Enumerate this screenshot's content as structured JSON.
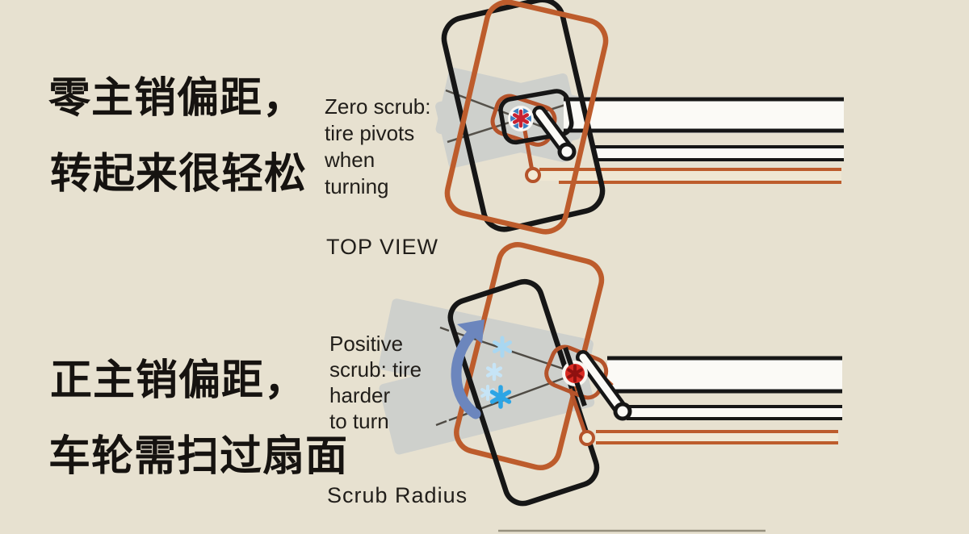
{
  "colors": {
    "background": "#e7e1d0",
    "tire_outline_black": "#161616",
    "tire_outline_orange": "#bd5c2c",
    "sweep_arrow_blue": "#6c86bd",
    "scrub_marker_blue": "#2da5e5",
    "pivot_blue": "#3d7fc1",
    "pivot_red": "#d92b23",
    "contact_patch_grey": "#b6c1ca"
  },
  "icons": {
    "kingpin_pivot_zero": "blue-circle-with-red-asterisk",
    "kingpin_pivot_positive": "red-circle-with-dark-asterisk",
    "sweep_arrow": "curved-arrow-up",
    "scrub_markers": "light-blue-asterisks"
  },
  "zero_scrub": {
    "heading_lines": [
      "零主销偏距，",
      "转起来很轻松"
    ],
    "caption_lines": [
      "Zero scrub:",
      "tire pivots",
      "when",
      "turning"
    ],
    "view_label": "TOP VIEW"
  },
  "positive_scrub": {
    "heading_lines": [
      "正主销偏距，",
      "车轮需扫过扇面"
    ],
    "caption_lines": [
      "Positive",
      "scrub: tire",
      "harder",
      "to turn"
    ],
    "label": "Scrub Radius"
  }
}
